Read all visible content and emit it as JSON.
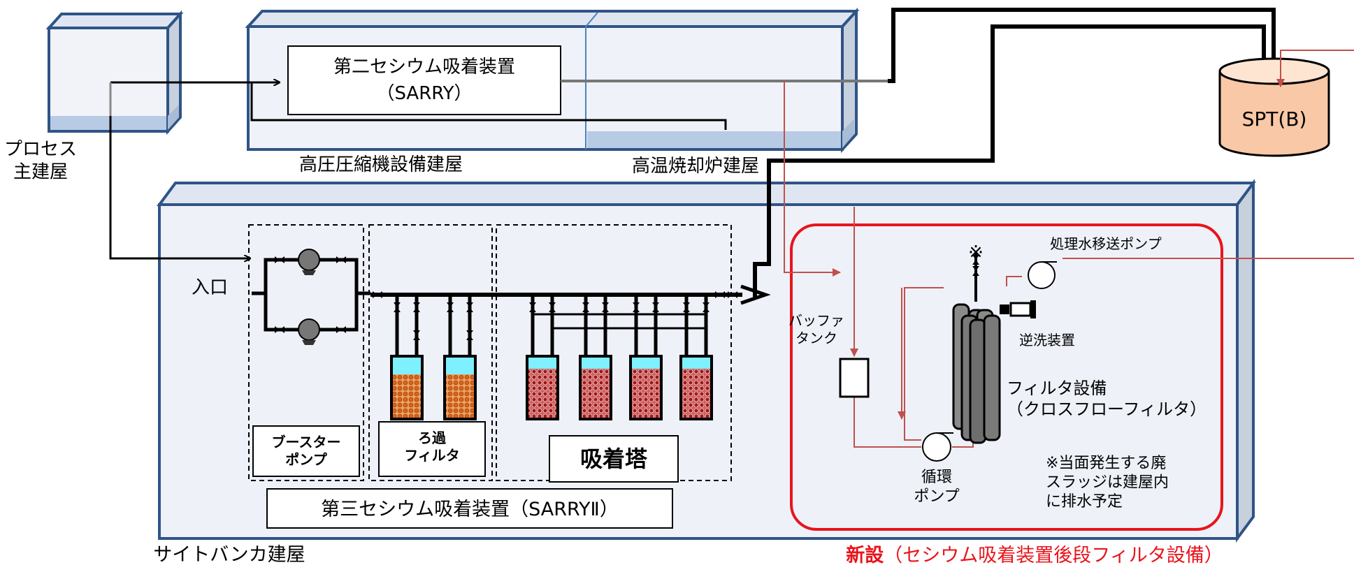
{
  "buildings": {
    "process_main": "プロセス\n主建屋",
    "high_pressure": "高圧圧縮機設備建屋",
    "incinerator": "高温焼却炉建屋",
    "site_bunker": "サイトバンカ建屋"
  },
  "equipment": {
    "sarry_title": "第二セシウム吸着装置",
    "sarry_sub": "（SARRY）",
    "spt": "SPT(B)",
    "inlet": "入口",
    "booster_pump": "ブースター\nポンプ",
    "filter": "ろ過\nフィルタ",
    "adsorption_tower": "吸着塔",
    "sarry2": "第三セシウム吸着装置（SARRYⅡ）"
  },
  "new_facility": {
    "treated_water_pump": "処理水移送ポンプ",
    "note_mark": "※",
    "backwash": "逆洗装置",
    "buffer_tank": "バッファ\nタンク",
    "filter_equipment": "フィルタ設備\n（クロスフローフィルタ）",
    "circulation_pump": "循環\nポンプ",
    "note": "※当面発生する廃\nスラッジは建屋内\nに排水予定",
    "caption_bold": "新設",
    "caption_rest": "（セシウム吸着装置後段フィルタ設備）"
  },
  "colors": {
    "building_edge": "#2f5486",
    "building_fill": "#eef1f8",
    "water": "#b8cbe4",
    "pipe": "#000000",
    "red_line": "#c0504d",
    "new_frame": "#e8141c",
    "spt_fill": "#f9c8a6",
    "cyan": "#7ff0ff",
    "media": "#e07a2a",
    "media2": "#a02020"
  }
}
